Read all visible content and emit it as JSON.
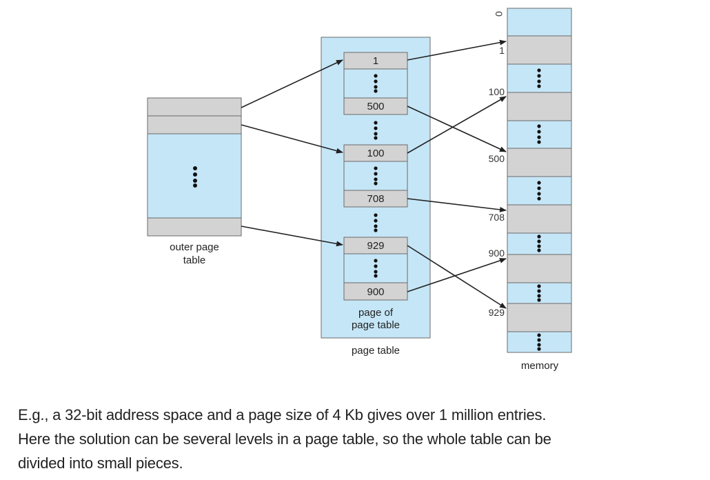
{
  "colors": {
    "light": "#c5e6f7",
    "gray": "#d3d3d3",
    "border": "#6a6a6a",
    "arrow": "#222222"
  },
  "outer_page_table": {
    "label_line1": "outer page",
    "label_line2": "table"
  },
  "page_table": {
    "label": "page table",
    "inner_label_line1": "page of",
    "inner_label_line2": "page table",
    "entries": [
      "1",
      "500",
      "100",
      "708",
      "929",
      "900"
    ]
  },
  "memory": {
    "label": "memory",
    "addresses": [
      "0",
      "1",
      "100",
      "500",
      "708",
      "900",
      "929"
    ]
  },
  "caption": {
    "line1": "E.g., a 32-bit address space and a page size of 4 Kb gives over 1 million entries.",
    "line2": "Here the solution can be several levels in a page table, so the whole table can be",
    "line3": "divided into small pieces."
  }
}
